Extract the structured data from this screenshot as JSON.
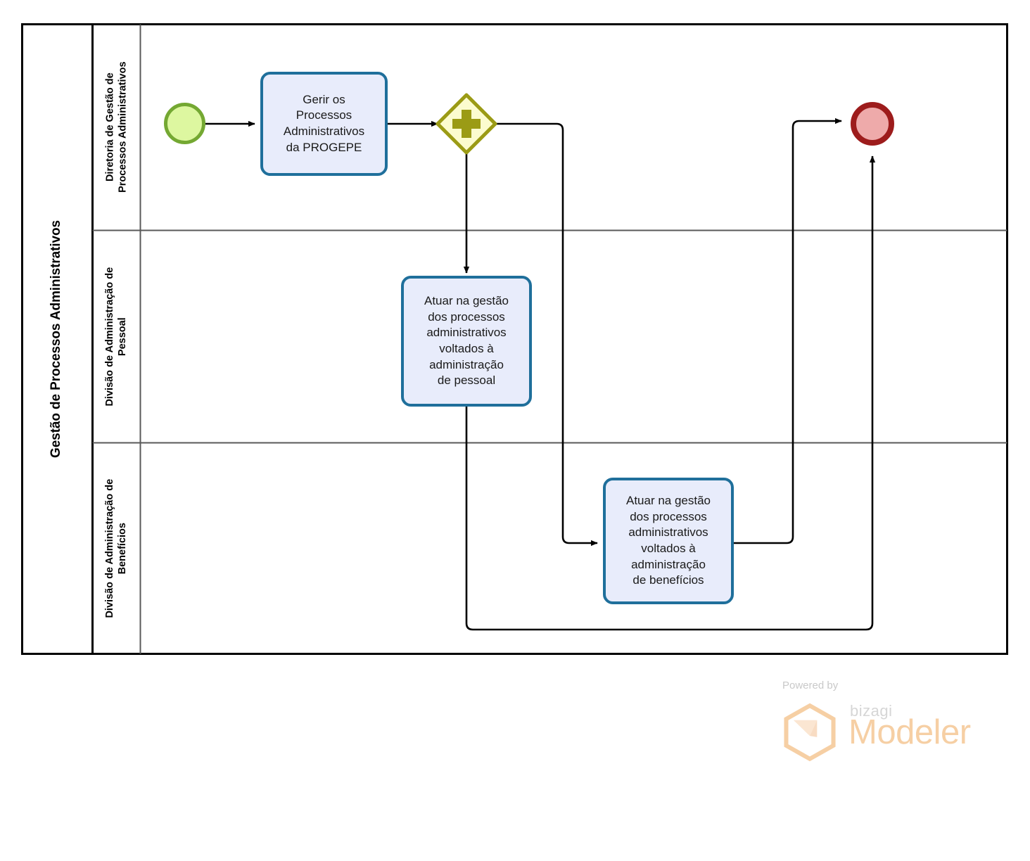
{
  "diagram": {
    "type": "bpmn-process-diagram",
    "pool": {
      "title": "Gestão de Processos Administrativos"
    },
    "lanes": [
      {
        "id": "lane-diretoria",
        "label": "Diretoria de Gestão de Processos Administrativos"
      },
      {
        "id": "lane-pessoal",
        "label": "Divisão de Administração de Pessoal"
      },
      {
        "id": "lane-beneficios",
        "label": "Divisão de Administração de Benefícios"
      }
    ],
    "nodes": [
      {
        "id": "start-event",
        "type": "start-event",
        "lane": "lane-diretoria",
        "label": ""
      },
      {
        "id": "task-gerir",
        "type": "task",
        "lane": "lane-diretoria",
        "label": "Gerir os Processos Administrativos da PROGEPE"
      },
      {
        "id": "gateway-parallel",
        "type": "parallel-gateway",
        "lane": "lane-diretoria",
        "label": "",
        "symbol": "+"
      },
      {
        "id": "task-pessoal",
        "type": "task",
        "lane": "lane-pessoal",
        "label": "Atuar na gestão dos processos administrativos voltados à administração de pessoal"
      },
      {
        "id": "task-beneficios",
        "type": "task",
        "lane": "lane-beneficios",
        "label": "Atuar na gestão dos processos administrativos voltados à administração de benefícios"
      },
      {
        "id": "end-event",
        "type": "end-event",
        "lane": "lane-diretoria",
        "label": ""
      }
    ],
    "flows": [
      {
        "from": "start-event",
        "to": "task-gerir"
      },
      {
        "from": "task-gerir",
        "to": "gateway-parallel"
      },
      {
        "from": "gateway-parallel",
        "to": "task-pessoal"
      },
      {
        "from": "gateway-parallel",
        "to": "task-beneficios"
      },
      {
        "from": "task-pessoal",
        "to": "end-event"
      },
      {
        "from": "task-beneficios",
        "to": "end-event"
      }
    ]
  },
  "colors": {
    "task_fill": "#e8ecfb",
    "task_border": "#1f6f9b",
    "start_fill": "#ddf7a0",
    "start_border": "#74a832",
    "end_fill": "#eeaaaa",
    "end_border": "#9d1c1c",
    "gateway_fill": "#fcfccf",
    "gateway_border": "#9b9b15",
    "pool_border": "#000000",
    "lane_border": "#595959",
    "flow_line": "#000000",
    "watermark_orange": "#f6cfa4",
    "watermark_gray": "#c9c9c9"
  },
  "watermark": {
    "powered_by": "Powered by",
    "brand": "bizagi",
    "product": "Modeler"
  }
}
